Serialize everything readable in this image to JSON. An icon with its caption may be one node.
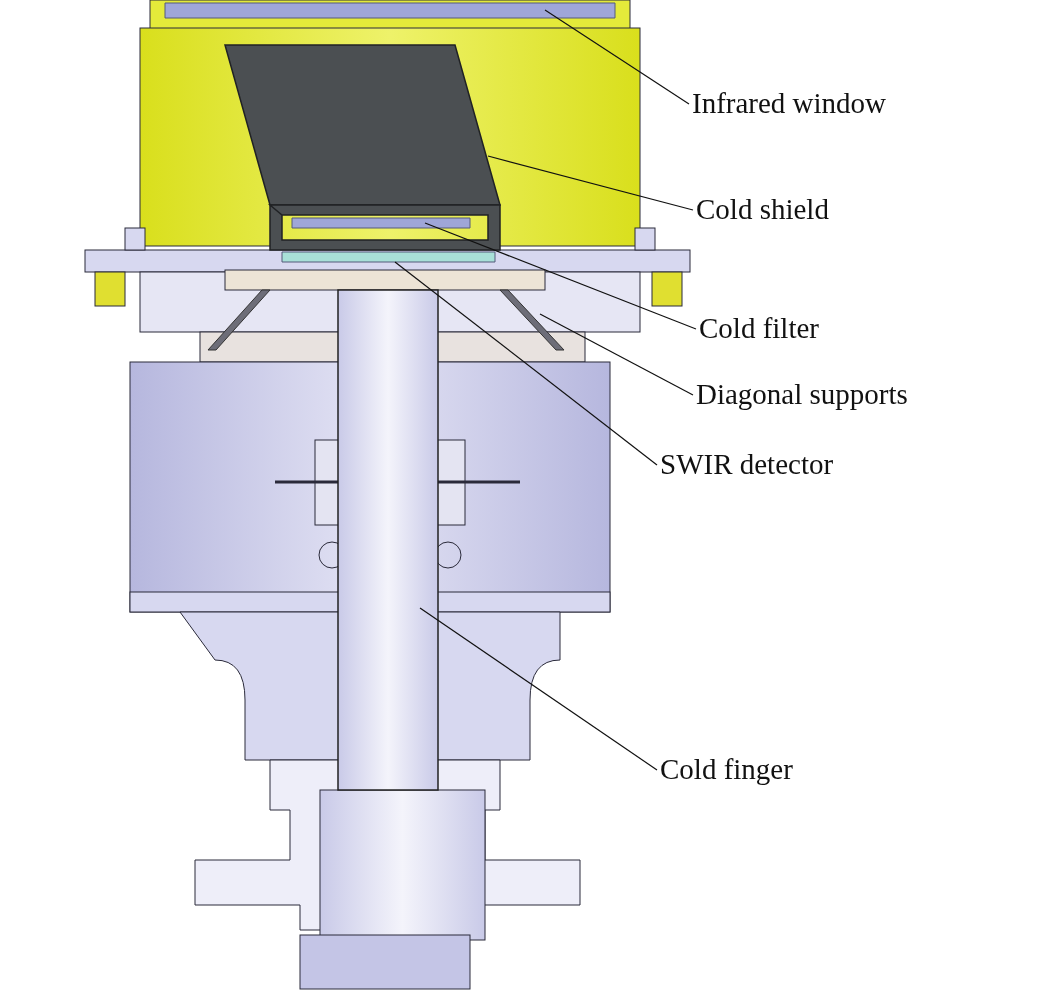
{
  "diagram": {
    "nodes": [
      {
        "text": [
          "Infrared window"
        ]
      },
      {
        "text": [
          "Cold shield"
        ]
      },
      {
        "text": [
          "Cold filter"
        ]
      },
      {
        "text": [
          "Diagonal supports"
        ]
      },
      {
        "text": [
          "SWIR detector"
        ]
      },
      {
        "text": [
          "Cold finger"
        ]
      },
      {
        "text": [],
        "shape": "bar"
      },
      {
        "text": [],
        "shape": "box"
      },
      {
        "text": [],
        "shape": "bar"
      },
      {
        "text": [],
        "shape": "picture"
      },
      {
        "text": [],
        "shape": "bar"
      },
      {
        "text": [],
        "shape": "cylinder"
      }
    ],
    "edges": [
      {
        "from": 0,
        "to": 6,
        "arrow": "none"
      },
      {
        "from": 1,
        "to": 7,
        "arrow": "none"
      },
      {
        "from": 2,
        "to": 8,
        "arrow": "none"
      },
      {
        "from": 3,
        "to": 9,
        "arrow": "none"
      },
      {
        "from": 4,
        "to": 10,
        "arrow": "none"
      },
      {
        "from": 5,
        "to": 11,
        "arrow": "none"
      }
    ]
  }
}
